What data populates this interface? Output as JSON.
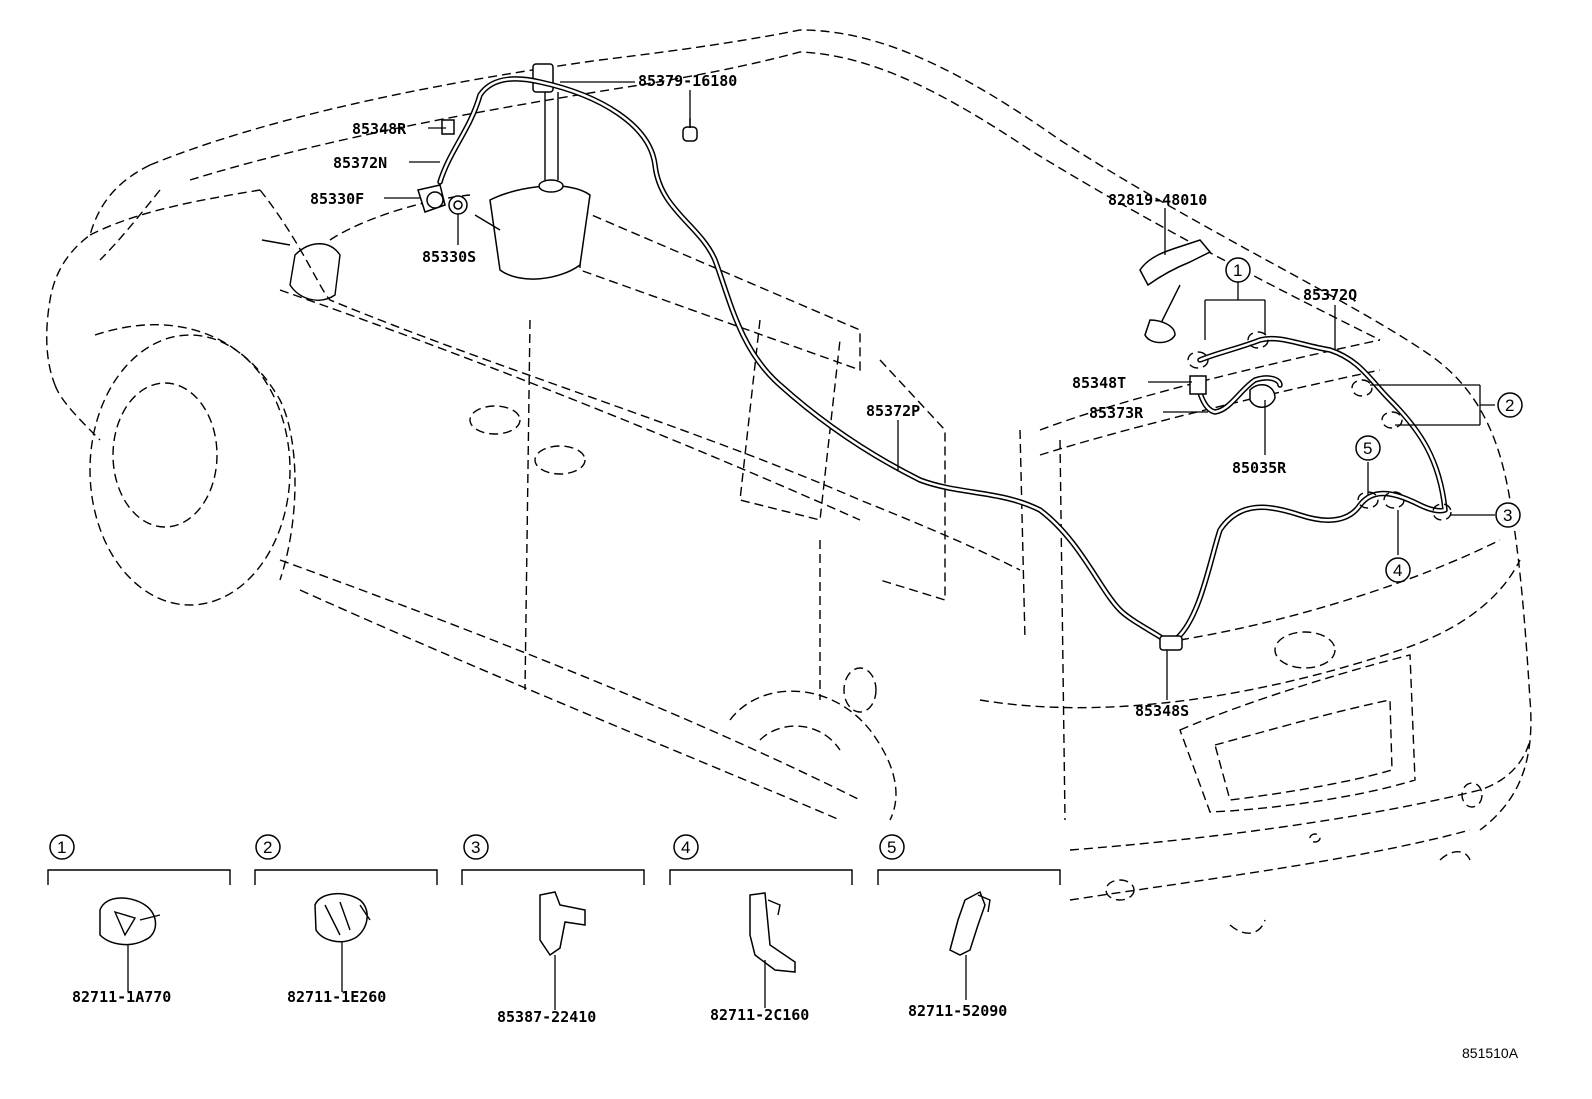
{
  "diagram": {
    "figure_code": "851510A",
    "part_labels": {
      "p85379_16180": "85379-16180",
      "p85348R": "85348R",
      "p85372N": "85372N",
      "p85330F": "85330F",
      "p85330S": "85330S",
      "p82819_48010": "82819-48010",
      "p85372Q": "85372Q",
      "p85348T": "85348T",
      "p85373R": "85373R",
      "p85035R": "85035R",
      "p85372P": "85372P",
      "p85348S": "85348S"
    },
    "callout_numbers": [
      "1",
      "2",
      "3",
      "4",
      "5"
    ],
    "detail_parts": [
      {
        "number": "1",
        "part_no": "82711-1A770"
      },
      {
        "number": "2",
        "part_no": "82711-1E260"
      },
      {
        "number": "3",
        "part_no": "85387-22410"
      },
      {
        "number": "4",
        "part_no": "82711-2C160"
      },
      {
        "number": "5",
        "part_no": "82711-52090"
      }
    ]
  }
}
